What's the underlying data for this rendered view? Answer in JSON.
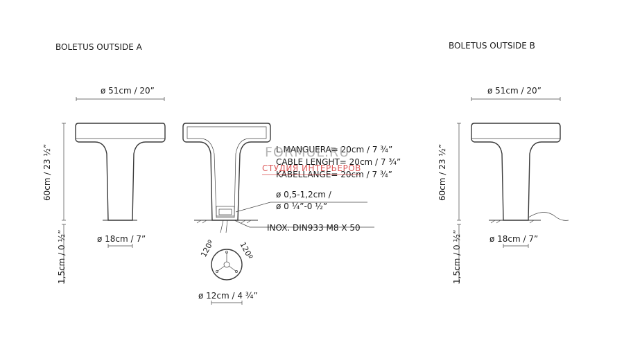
{
  "titles": {
    "left": "BOLETUS OUTSIDE A",
    "right": "BOLETUS OUTSIDE B"
  },
  "dims": {
    "top_width": "ø 51cm / 20”",
    "height": "60cm / 23 ½”",
    "base_width": "ø 18cm / 7”",
    "base_height": "1,5cm / 0 ½”",
    "base_plate": "ø 12cm / 4 ¾”",
    "angle": "120º"
  },
  "notes": {
    "hose_line1": "L.MANGUERA= 20cm / 7 ¾”",
    "hose_line2": "CABLE LENGHT= 20cm / 7 ¾”",
    "hose_line3": "KABELLANGE= 20cm / 7 ¾”",
    "cable_dia_1": "ø 0,5-1,2cm /",
    "cable_dia_2": "ø 0 ¼”-0 ½”",
    "screw": "INOX. DIN933 M8 X 50"
  },
  "watermark": {
    "brand": "FORMUL.RU",
    "sub": "СТУДИЯ ИНТЕРЬЕРОВ"
  }
}
